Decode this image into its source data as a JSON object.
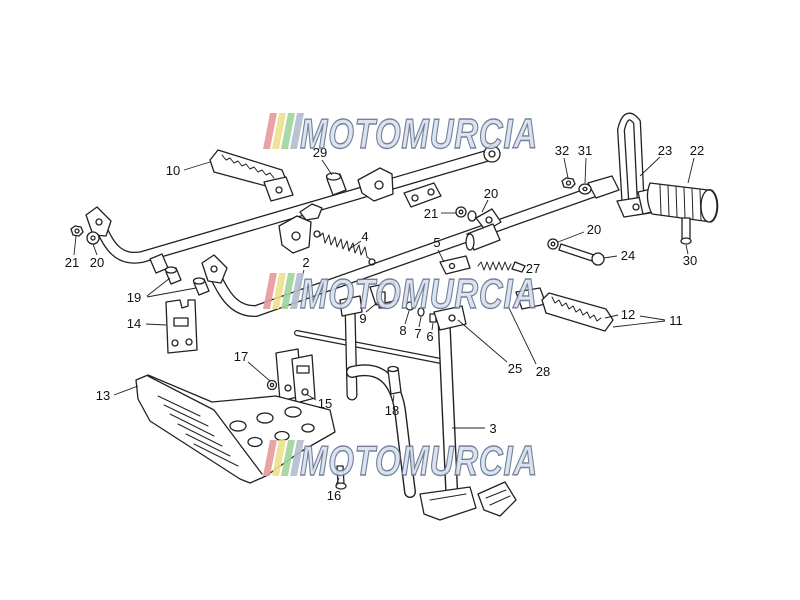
{
  "diagram": {
    "callouts": [
      "10",
      "29",
      "32",
      "31",
      "23",
      "22",
      "20",
      "21",
      "20",
      "24",
      "30",
      "21",
      "20",
      "4",
      "2",
      "5",
      "27",
      "19",
      "14",
      "9",
      "8",
      "7",
      "6",
      "12",
      "11",
      "25",
      "28",
      "17",
      "13",
      "15",
      "18",
      "3",
      "16"
    ],
    "watermark": {
      "text": "MOTOMURCIA",
      "stripe_colors": [
        "#e89a9a",
        "#eee08a",
        "#9fd49a",
        "#b3bdd0"
      ],
      "letter_fill": "#d7e0ee",
      "letter_outline": "#66758f"
    },
    "line_color": "#222222"
  }
}
